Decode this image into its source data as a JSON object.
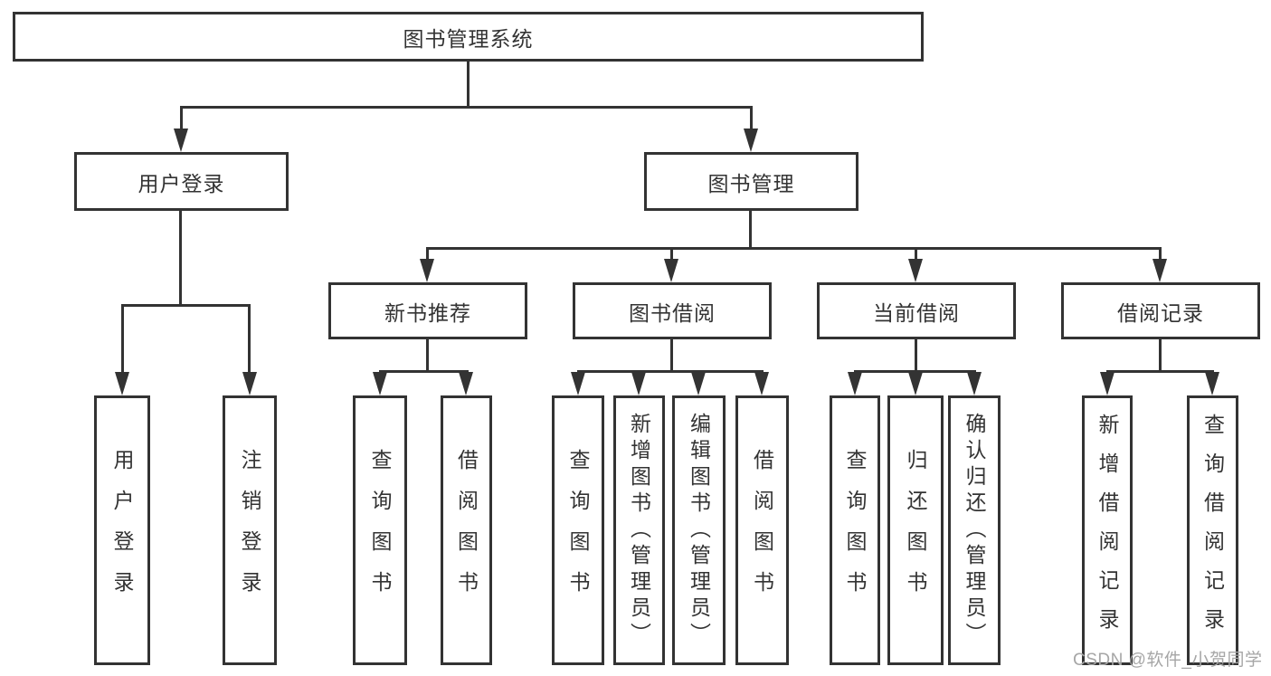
{
  "diagram": {
    "label": "图书管理系统",
    "children": [
      {
        "label": "用户登录",
        "children": [
          {
            "label": "用户登录"
          },
          {
            "label": "注销登录"
          }
        ]
      },
      {
        "label": "图书管理",
        "children": [
          {
            "label": "新书推荐",
            "children": [
              {
                "label": "查询图书"
              },
              {
                "label": "借阅图书"
              }
            ]
          },
          {
            "label": "图书借阅",
            "children": [
              {
                "label": "查询图书"
              },
              {
                "label": "新增图书（管理员）"
              },
              {
                "label": "编辑图书（管理员）"
              },
              {
                "label": "借阅图书"
              }
            ]
          },
          {
            "label": "当前借阅",
            "children": [
              {
                "label": "查询图书"
              },
              {
                "label": "归还图书"
              },
              {
                "label": "确认归还（管理员）"
              }
            ]
          },
          {
            "label": "借阅记录",
            "children": [
              {
                "label": "新增借阅记录"
              },
              {
                "label": "查询借阅记录"
              }
            ]
          }
        ]
      }
    ]
  },
  "watermark": {
    "text": "CSDN @软件_小贺同学"
  },
  "colors": {
    "line": "#333333",
    "text": "#333333",
    "background": "#ffffff",
    "watermark": "#a6a6a6"
  }
}
